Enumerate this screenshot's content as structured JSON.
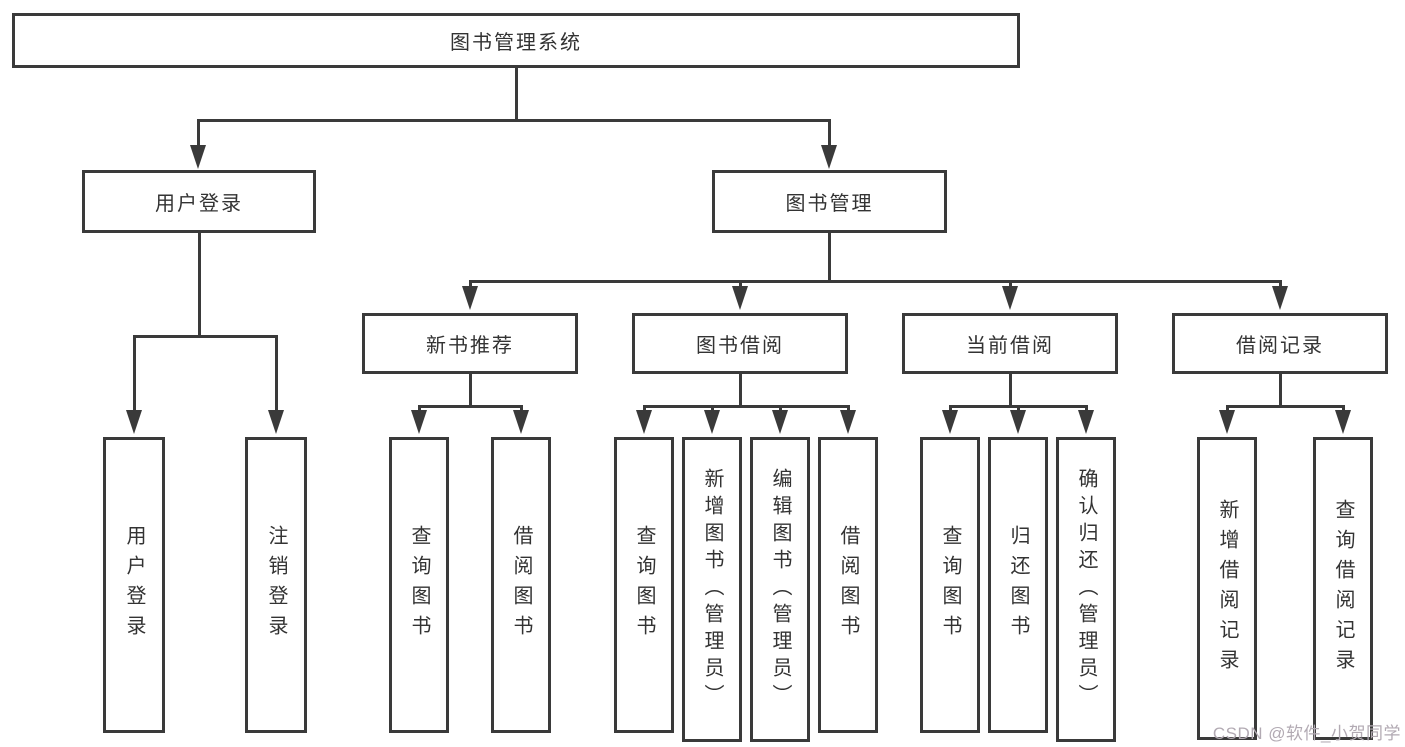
{
  "title": "图书管理系统",
  "watermark": "CSDN @软件_小贺同学",
  "colors": {
    "line": "#3a3a3a",
    "text": "#333333",
    "background": "#ffffff",
    "watermark": "#b2aab3"
  },
  "nodes": {
    "root": {
      "label": "图书管理系统"
    },
    "user_login": {
      "label": "用户登录",
      "parent": "root"
    },
    "book_mgmt": {
      "label": "图书管理",
      "parent": "root"
    },
    "new_book_rec": {
      "label": "新书推荐",
      "parent": "book_mgmt"
    },
    "book_borrow": {
      "label": "图书借阅",
      "parent": "book_mgmt"
    },
    "current_borrow": {
      "label": "当前借阅",
      "parent": "book_mgmt"
    },
    "borrow_records": {
      "label": "借阅记录",
      "parent": "book_mgmt"
    },
    "leaf_user_login": {
      "label": "用户登录",
      "parent": "user_login"
    },
    "leaf_logout": {
      "label": "注销登录",
      "parent": "user_login"
    },
    "leaf_query_book_rec": {
      "label": "查询图书",
      "parent": "new_book_rec"
    },
    "leaf_borrow_book_rec": {
      "label": "借阅图书",
      "parent": "new_book_rec"
    },
    "leaf_query_book_borrow": {
      "label": "查询图书",
      "parent": "book_borrow"
    },
    "leaf_add_book": {
      "label": "新增图书（管理员）",
      "parent": "book_borrow"
    },
    "leaf_edit_book": {
      "label": "编辑图书（管理员）",
      "parent": "book_borrow"
    },
    "leaf_borrow_book": {
      "label": "借阅图书",
      "parent": "book_borrow"
    },
    "leaf_query_book_current": {
      "label": "查询图书",
      "parent": "current_borrow"
    },
    "leaf_return_book": {
      "label": "归还图书",
      "parent": "current_borrow"
    },
    "leaf_confirm_return": {
      "label": "确认归还（管理员）",
      "parent": "current_borrow"
    },
    "leaf_add_borrow_record": {
      "label": "新增借阅记录",
      "parent": "borrow_records"
    },
    "leaf_query_borrow_record": {
      "label": "查询借阅记录",
      "parent": "borrow_records"
    }
  }
}
